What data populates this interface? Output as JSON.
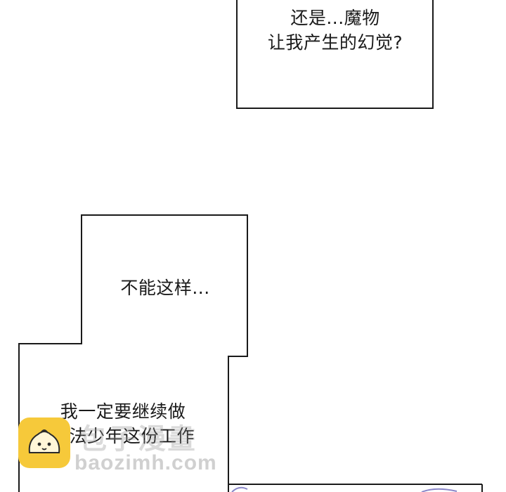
{
  "bubbles": {
    "top_right": {
      "line1": "还是...魔物",
      "line2": "让我产生的幻觉?"
    },
    "middle": {
      "line1": "不能这样..."
    },
    "bottom": {
      "line1": "我一定要继续做",
      "line2": "魔法少年这份工作"
    }
  },
  "watermark": {
    "brand_cn": "包子漫畫",
    "url": "baozimh.com"
  },
  "colors": {
    "border": "#1a1a1a",
    "background": "#ffffff",
    "next_panel_tint": "#8a86c8",
    "watermark_logo": "#f6c93a"
  }
}
